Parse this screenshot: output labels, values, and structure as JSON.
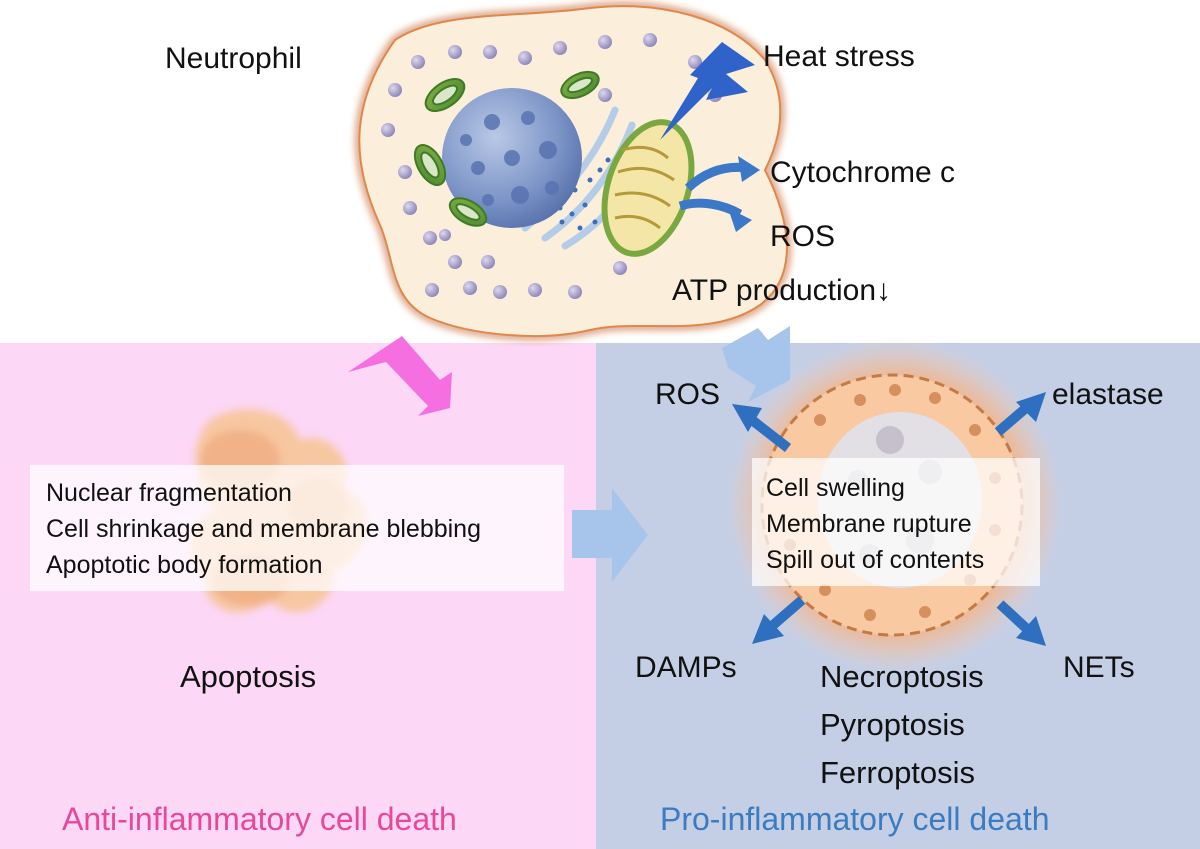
{
  "top": {
    "cell_label": "Neutrophil",
    "stimulus_label": "Heat stress",
    "mito_effects": [
      "Cytochrome c",
      "ROS",
      "ATP production↓"
    ]
  },
  "left_panel": {
    "features": [
      "Nuclear fragmentation",
      "Cell shrinkage and membrane blebbing",
      "Apoptotic body formation"
    ],
    "death_type": "Apoptosis",
    "category": "Anti-inflammatory cell death"
  },
  "right_panel": {
    "features": [
      "Cell swelling",
      "Membrane rupture",
      "Spill out of contents"
    ],
    "released": {
      "ros": "ROS",
      "elastase": "elastase",
      "damps": "DAMPs",
      "nets": "NETs"
    },
    "death_types": [
      "Necroptosis",
      "Pyroptosis",
      "Ferroptosis"
    ],
    "category": "Pro-inflammatory cell death"
  },
  "colors": {
    "left_bg": "#fcd7f6",
    "right_bg": "#c4cfe6",
    "anti_text": "#e8489a",
    "pro_text": "#3b7cc0",
    "arrow_blue": "#2e6fbf",
    "arrow_pink": "#f56fe0"
  }
}
